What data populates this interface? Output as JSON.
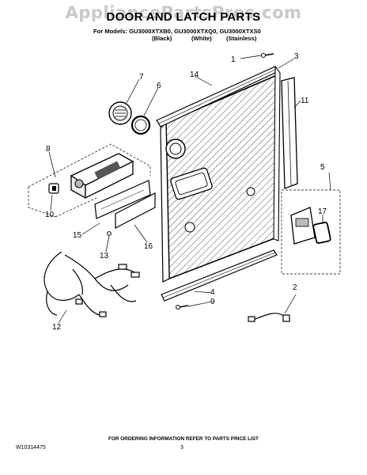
{
  "watermark": "AppliancePartsPros.com",
  "title": "DOOR AND LATCH PARTS",
  "models": "For Models: GU3000XTXB0, GU3000XTXQ0, GU3000XTXS0",
  "variants": [
    "(Black)",
    "(White)",
    "(Stainless)"
  ],
  "callouts": [
    "1",
    "2",
    "3",
    "4",
    "5",
    "6",
    "7",
    "8",
    "9",
    "10",
    "11",
    "12",
    "13",
    "14",
    "15",
    "16",
    "17"
  ],
  "footer_note": "FOR ORDERING INFORMATION REFER TO PARTS PRICE LIST",
  "doc_number": "W10314475",
  "page_number": "3"
}
